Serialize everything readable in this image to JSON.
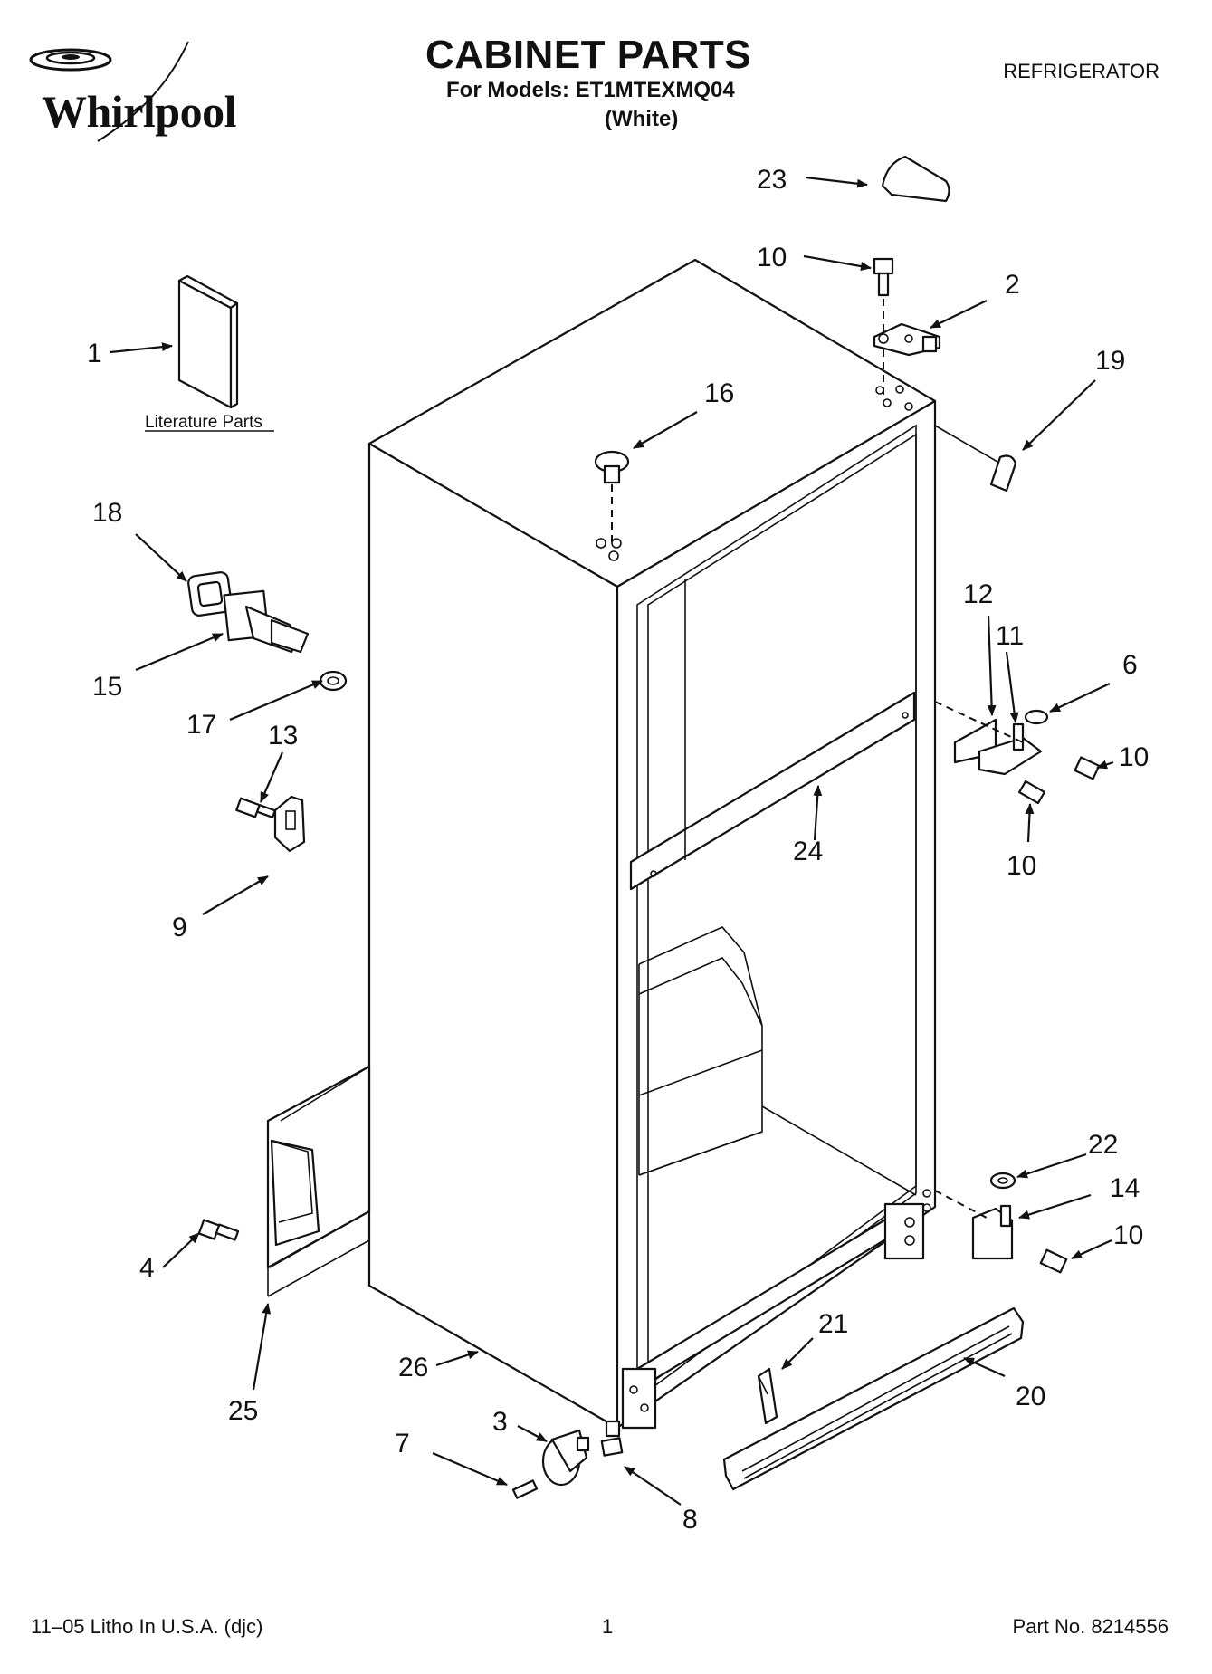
{
  "header": {
    "brand": "Whirlpool",
    "title": "CABINET PARTS",
    "models": "For Models: ET1MTEXMQ04",
    "variant": "(White)",
    "category": "REFRIGERATOR"
  },
  "literature_label": "Literature Parts",
  "callouts": {
    "c1": "1",
    "c2": "2",
    "c3": "3",
    "c4": "4",
    "c6": "6",
    "c7": "7",
    "c8": "8",
    "c9": "9",
    "c10a": "10",
    "c10b": "10",
    "c10c": "10",
    "c10d": "10",
    "c11": "11",
    "c12": "12",
    "c13": "13",
    "c14": "14",
    "c15": "15",
    "c16": "16",
    "c17": "17",
    "c18": "18",
    "c19": "19",
    "c20": "20",
    "c21": "21",
    "c22": "22",
    "c23": "23",
    "c24": "24",
    "c25": "25",
    "c26": "26"
  },
  "footer": {
    "litho": "11–05 Litho In U.S.A. (djc)",
    "page": "1",
    "part_no": "Part No. 8214556"
  }
}
